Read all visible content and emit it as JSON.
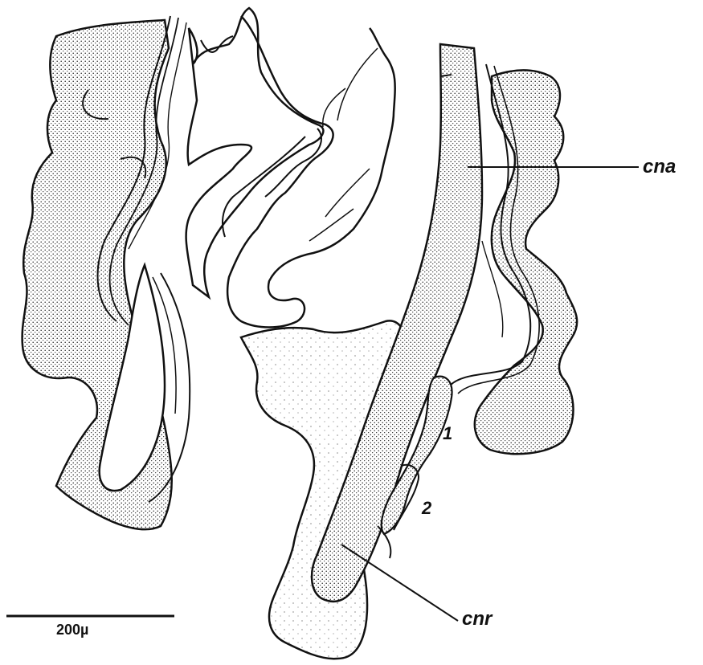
{
  "figure": {
    "labels": {
      "cna": "cna",
      "cnr": "cnr",
      "one": "1",
      "two": "2"
    },
    "scale_bar_label": "200µ",
    "colors": {
      "ink": "#111111",
      "stipple": "#d6d6d6",
      "paper": "#ffffff"
    }
  }
}
